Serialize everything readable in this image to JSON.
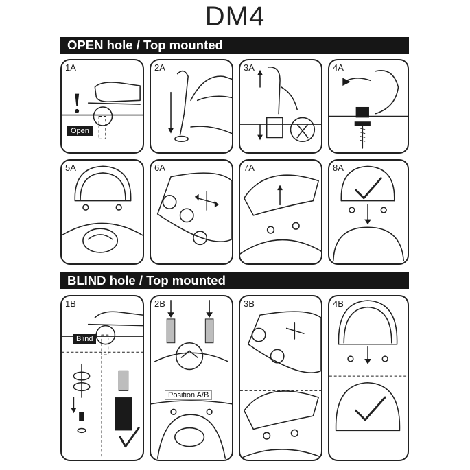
{
  "title": "DM4",
  "section_open": "OPEN hole / Top mounted",
  "section_blind": "BLIND hole / Top mounted",
  "panels_open": {
    "p1": "1A",
    "p2": "2A",
    "p3": "3A",
    "p4": "4A",
    "p5": "5A",
    "p6": "6A",
    "p7": "7A",
    "p8": "8A"
  },
  "panels_blind": {
    "p1": "1B",
    "p2": "2B",
    "p3": "3B",
    "p4": "4B"
  },
  "tags": {
    "open": "Open",
    "blind": "Blind",
    "position": "Position A/B"
  }
}
